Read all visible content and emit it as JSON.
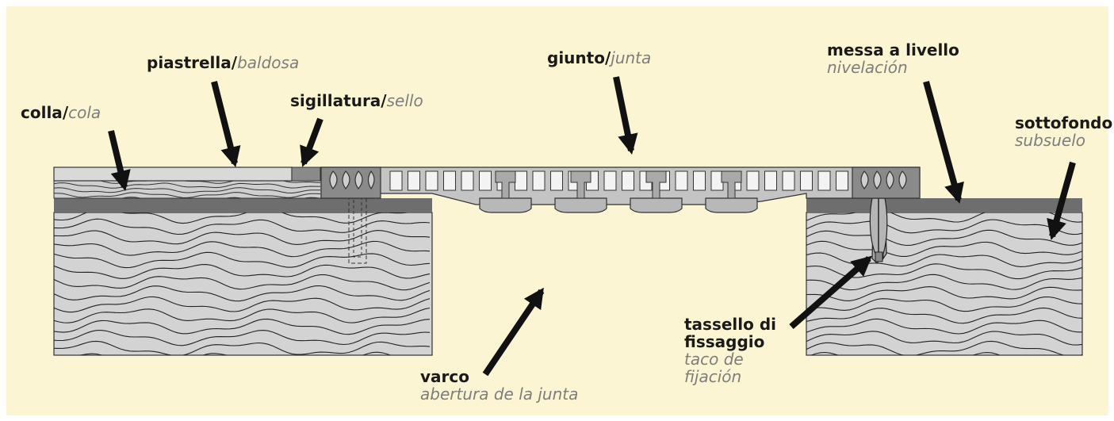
{
  "colors": {
    "panel_bg": "#fbf5d3",
    "substrate": "#d3d3d3",
    "screed_band": "#6e6e6e",
    "tile": "#d9d9d9",
    "seal": "#8a8a8a",
    "joint_profile": "#c4c4c4",
    "arrow": "#111111",
    "label_primary": "#1a1a1a",
    "label_secondary": "#7d7d7d"
  },
  "labels": {
    "colla": {
      "primary": "colla",
      "sep": "/",
      "secondary": "cola",
      "arrow_icon": "arrow-icon"
    },
    "piastrella": {
      "primary": "piastrella",
      "sep": "/",
      "secondary": "baldosa",
      "arrow_icon": "arrow-icon"
    },
    "sigillatura": {
      "primary": "sigillatura",
      "sep": "/",
      "secondary": "sello",
      "arrow_icon": "arrow-icon"
    },
    "giunto": {
      "primary": "giunto",
      "sep": "/",
      "secondary": "junta",
      "arrow_icon": "arrow-icon"
    },
    "messa": {
      "primary": "messa a livello",
      "secondary": "nivelación",
      "arrow_icon": "arrow-icon"
    },
    "sottofondo": {
      "primary": "sottofondo",
      "secondary": "subsuelo",
      "arrow_icon": "arrow-icon"
    },
    "tassello": {
      "primary_line1": "tassello di",
      "primary_line2": "fissaggio",
      "secondary_line1": "taco de",
      "secondary_line2": "fijación",
      "arrow_icon": "arrow-icon"
    },
    "varco": {
      "primary": "varco",
      "secondary": "abertura de la junta",
      "arrow_icon": "arrow-icon"
    }
  }
}
